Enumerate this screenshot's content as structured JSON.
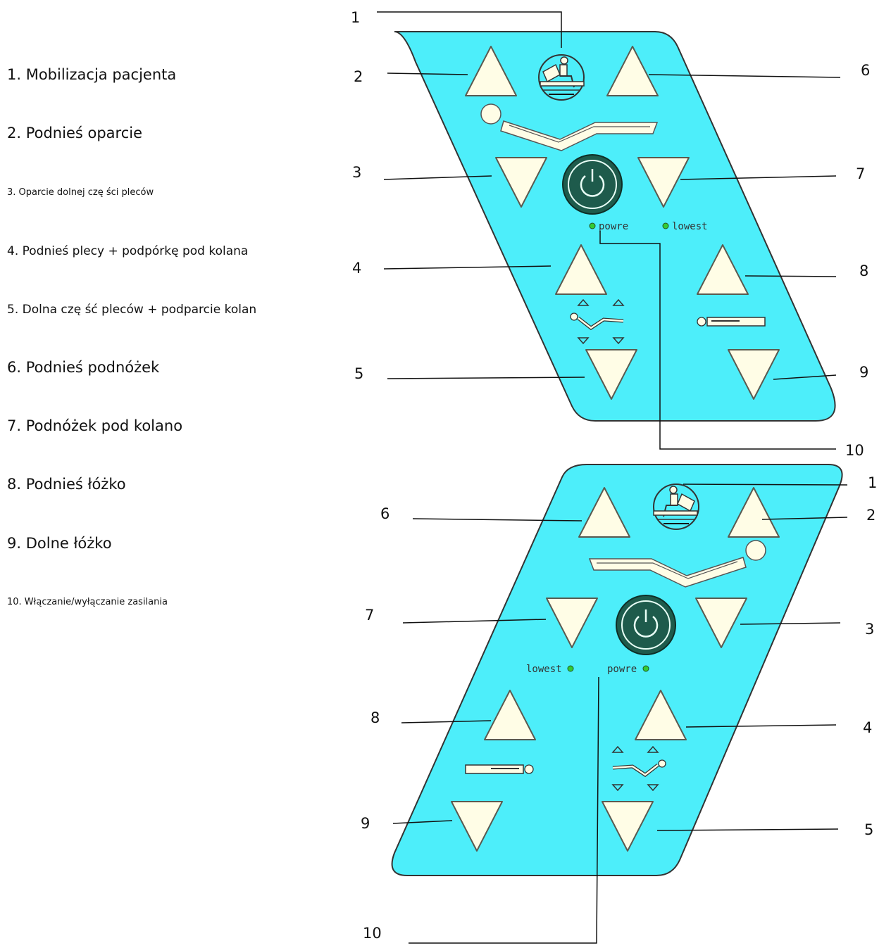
{
  "legend": [
    "1. Mobilizacja pacjenta",
    "2. Podnieś oparcie",
    "3. Oparcie dolnej czę ści pleców",
    "4. Podnieś plecy + podpórkę   pod kolana",
    "5. Dolna czę ść pleców + podparcie kolan",
    "6. Podnieś podnóżek",
    "7. Podnóżek pod kolano",
    "8. Podnieś łóżko",
    "9. Dolne łóżko",
    "10. Włączanie/wyłączanie zasilania"
  ],
  "panel_top": {
    "power_label": "powre",
    "lowest_label": "lowest",
    "callouts": [
      "1",
      "2",
      "3",
      "4",
      "5",
      "6",
      "7",
      "8",
      "9",
      "10"
    ]
  },
  "panel_bottom": {
    "power_label": "powre",
    "lowest_label": "lowest",
    "callouts": [
      "1",
      "2",
      "3",
      "4",
      "5",
      "6",
      "7",
      "8",
      "9",
      "10"
    ]
  },
  "colors": {
    "panel": "#4DEEFA",
    "button": "#FFFDE6",
    "power_button": "#1E5B4C",
    "led": "#33CC33"
  },
  "icons": [
    "patient-mobilization-icon",
    "bed-profile-icon",
    "power-icon",
    "knee-support-icon",
    "flat-bed-icon"
  ]
}
